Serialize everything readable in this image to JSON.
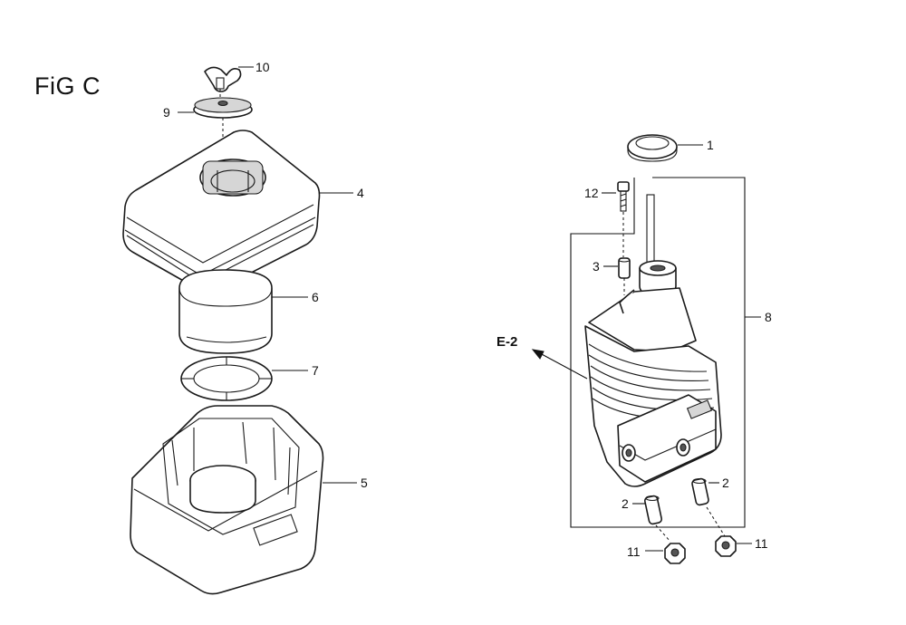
{
  "figure": {
    "title": "FiG C"
  },
  "callouts": {
    "p1": "1",
    "p2a": "2",
    "p2b": "2",
    "p3": "3",
    "p4": "4",
    "p5": "5",
    "p6": "6",
    "p7": "7",
    "p8": "8",
    "p9": "9",
    "p10": "10",
    "p11a": "11",
    "p11b": "11",
    "p12": "12",
    "ref": "E-2"
  },
  "colors": {
    "ink": "#111111",
    "paper": "#ffffff"
  }
}
